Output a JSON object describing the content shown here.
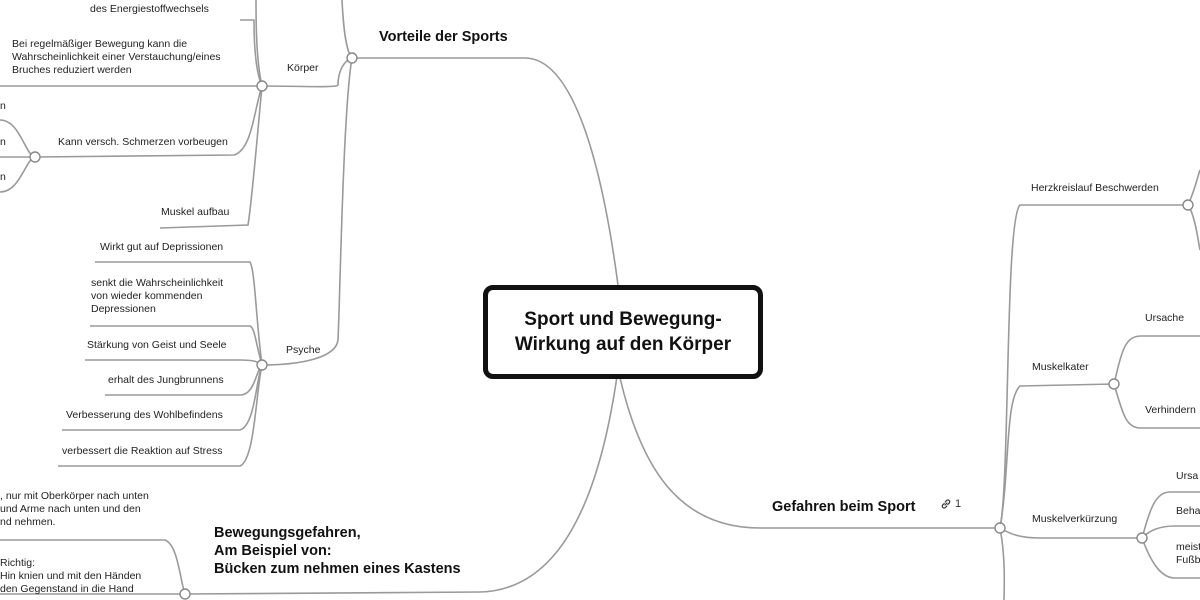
{
  "root": {
    "line1": "Sport und Bewegung-",
    "line2": "Wirkung auf den Körper"
  },
  "branches": {
    "vorteile": "Vorteile der Sports",
    "gefahren": "Gefahren beim Sport",
    "bewegung": [
      "Bewegungsgefahren,",
      "Am Beispiel von:",
      "Bücken zum nehmen eines Kastens"
    ]
  },
  "link_count": "1",
  "koerper": {
    "label": "Körper",
    "energie": "des Energiestoffwechsels",
    "bruch": [
      "Bei regelmäßiger Bewegung kann die",
      "Wahrscheinlichkeit einer Verstauchung/eines",
      "Bruches reduziert werden"
    ],
    "schmerzen": "Kann versch. Schmerzen vorbeugen",
    "schmerzen_children": [
      "n",
      "n",
      "n"
    ],
    "muskel": "Muskel aufbau"
  },
  "psyche": {
    "label": "Psyche",
    "depressionen": "Wirkt gut auf Deprissionen",
    "wahrscheinlichkeit": [
      "senkt die Wahrscheinlichkeit",
      "von wieder kommenden",
      "Depressionen"
    ],
    "geist": "Stärkung von Geist und Seele",
    "jungbrunnen": "erhalt des Jungbrunnens",
    "wohlbefinden": "Verbesserung des Wohlbefindens",
    "stress": "verbessert die Reaktion auf Stress"
  },
  "buecken": {
    "falsch": [
      ", nur mit Oberkörper nach unten",
      "und Arme nach unten und den",
      "nd nehmen."
    ],
    "richtig": [
      "Richtig:",
      "Hin knien und mit den Händen",
      "den Gegenstand in die Hand"
    ]
  },
  "gefahren_items": {
    "herz": "Herzkreislauf Beschwerden",
    "muskelkater": "Muskelkater",
    "ursache": "Ursache",
    "verhindern": "Verhindern",
    "verkuerzung": "Muskelverkürzung",
    "ursa": "Ursa",
    "beha": "Beha",
    "meist": [
      "meist",
      "Fußb"
    ]
  }
}
